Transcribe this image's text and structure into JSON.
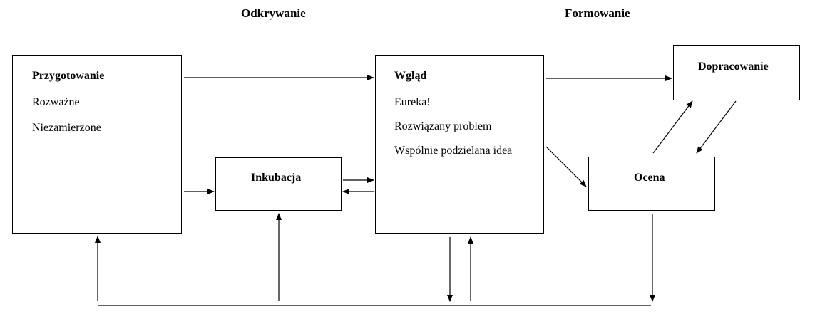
{
  "headings": {
    "discovery": "Odkrywanie",
    "shaping": "Formowanie"
  },
  "boxes": {
    "preparation": {
      "title": "Przygotowanie",
      "lines": [
        "Rozważne",
        "Niezamierzone"
      ]
    },
    "incubation": {
      "title": "Inkubacja"
    },
    "insight": {
      "title": "Wgląd",
      "lines": [
        "Eureka!",
        "Rozwiązany problem",
        "Wspólnie podzielana idea"
      ]
    },
    "refinement": {
      "title": "Dopracowanie"
    },
    "evaluation": {
      "title": "Ocena"
    }
  }
}
